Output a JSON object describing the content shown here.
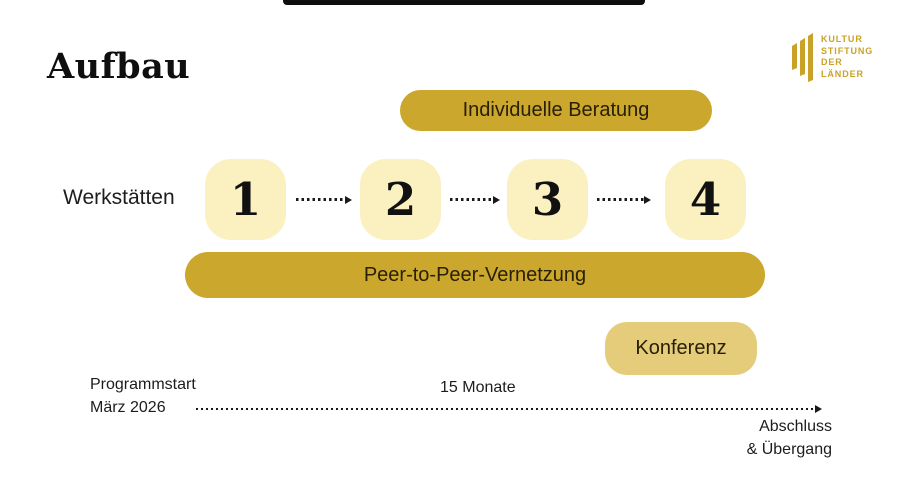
{
  "title": "Aufbau",
  "logo": {
    "line1": "KULTUR",
    "line2": "STIFTUNG",
    "line3": "DER",
    "line4": "LÄNDER"
  },
  "pills": {
    "individual_consulting": "Individuelle Beratung",
    "peer_networking": "Peer-to-Peer-Vernetzung",
    "conference": "Konferenz"
  },
  "workshops": {
    "label": "Werkstätten",
    "steps": [
      "1",
      "2",
      "3",
      "4"
    ]
  },
  "timeline": {
    "start_line1": "Programmstart",
    "start_line2": "März 2026",
    "duration": "15 Monate",
    "end_line1": "Abschluss",
    "end_line2": "& Übergang"
  },
  "colors": {
    "gold_pill": "#cba72e",
    "light_gold_box": "#e4cc7a",
    "cream_step_box": "#faf0c0",
    "logo_gold": "#c9a227",
    "text_dark": "#1c1c1c",
    "top_bar": "#0e0e0e"
  }
}
